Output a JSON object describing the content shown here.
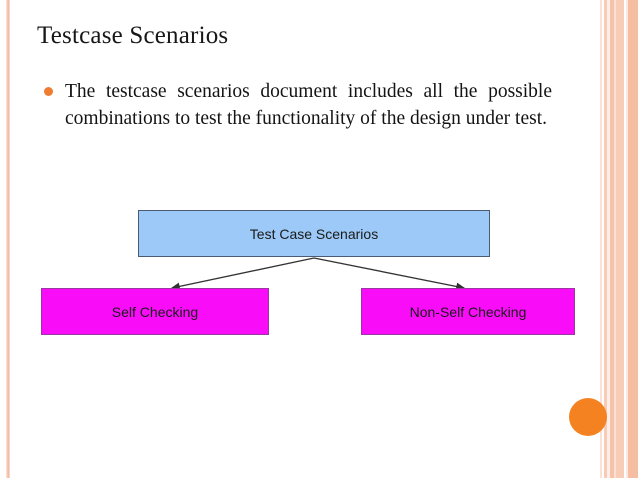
{
  "slide": {
    "title": "Testcase Scenarios",
    "bullets": [
      "The testcase scenarios document includes all the possible combinations to test the functionality of the design under test."
    ]
  },
  "diagram": {
    "type": "tree",
    "root": {
      "label": "Test Case Scenarios",
      "fill": "#9cc9f7",
      "border": "#4a5b74"
    },
    "children": [
      {
        "label": "Self Checking",
        "fill": "#f90df9",
        "border": "#9a37a0"
      },
      {
        "label": "Non-Self Checking",
        "fill": "#f90df9",
        "border": "#9a37a0"
      }
    ],
    "connector_color": "#333333"
  },
  "decor": {
    "bullet_color": "#ed7d31",
    "accent_circle_color": "#f58220",
    "border_stripe_color": "#f5bda2",
    "background_color": "#ffffff"
  }
}
